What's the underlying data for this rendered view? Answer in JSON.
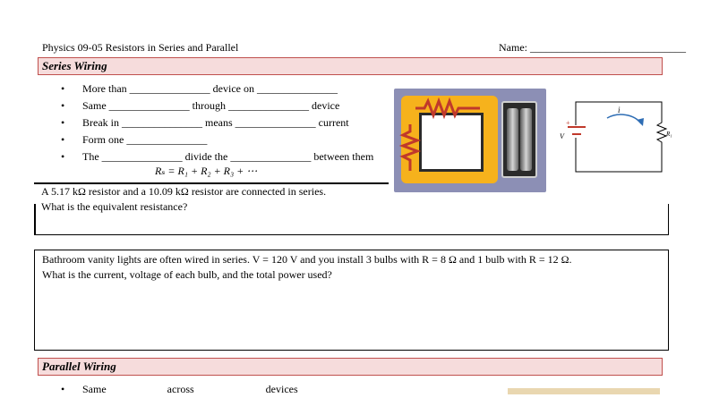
{
  "header": {
    "title": "Physics 09-05 Resistors in Series and Parallel",
    "name_label": "Name:",
    "name_blank": "_____________________________"
  },
  "series_section": {
    "heading": "Series Wiring",
    "bullets": [
      [
        "More than ",
        "_______________",
        " device on ",
        "_______________"
      ],
      [
        "Same ",
        "_______________",
        " through ",
        "_______________",
        " device"
      ],
      [
        "Break in ",
        "_______________",
        " means ",
        "_______________",
        " current"
      ],
      [
        "Form one ",
        "_______________"
      ],
      [
        "The ",
        "_______________",
        " divide the ",
        "_______________",
        " between them"
      ]
    ],
    "formula": "Rₛ = R₁ + R₂ + R₃ + ⋯"
  },
  "question1": {
    "line1": "A 5.17 kΩ resistor and a 10.09 kΩ resistor are connected in series.",
    "line2": "What is the equivalent resistance?"
  },
  "question2": {
    "line1": "Bathroom vanity lights are often wired in series.  V = 120 V and you install 3 bulbs with R = 8 Ω and 1 bulb with R = 12 Ω.",
    "line2": "What is the current, voltage of each bulb, and the total power used?"
  },
  "parallel_section": {
    "heading": "Parallel Wiring",
    "bullet": [
      "Same",
      "across",
      "devices"
    ]
  },
  "diagram": {
    "current_label": "i",
    "voltage_label": "V",
    "plus_label": "+",
    "resistor_label": "R₁"
  },
  "colors": {
    "band_fill": "#f6dcdc",
    "band_border": "#c0504d"
  }
}
